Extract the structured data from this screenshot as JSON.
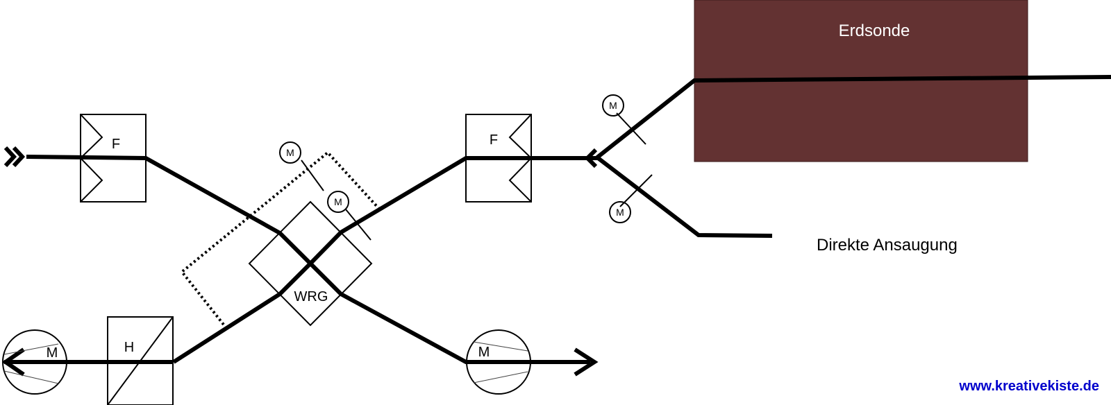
{
  "diagram": {
    "filter_left_label": "F",
    "filter_right_label": "F",
    "heat_recovery_label": "WRG",
    "heater_label": "H",
    "motor_label": "M",
    "damper_motor_label": "M",
    "ground_probe_label": "Erdsonde",
    "direct_intake_label": "Direkte Ansaugung",
    "website_label": "www.kreativekiste.de"
  },
  "colors": {
    "ground_probe_fill": "#633232",
    "website_text": "#0000cc",
    "line": "#000000"
  }
}
